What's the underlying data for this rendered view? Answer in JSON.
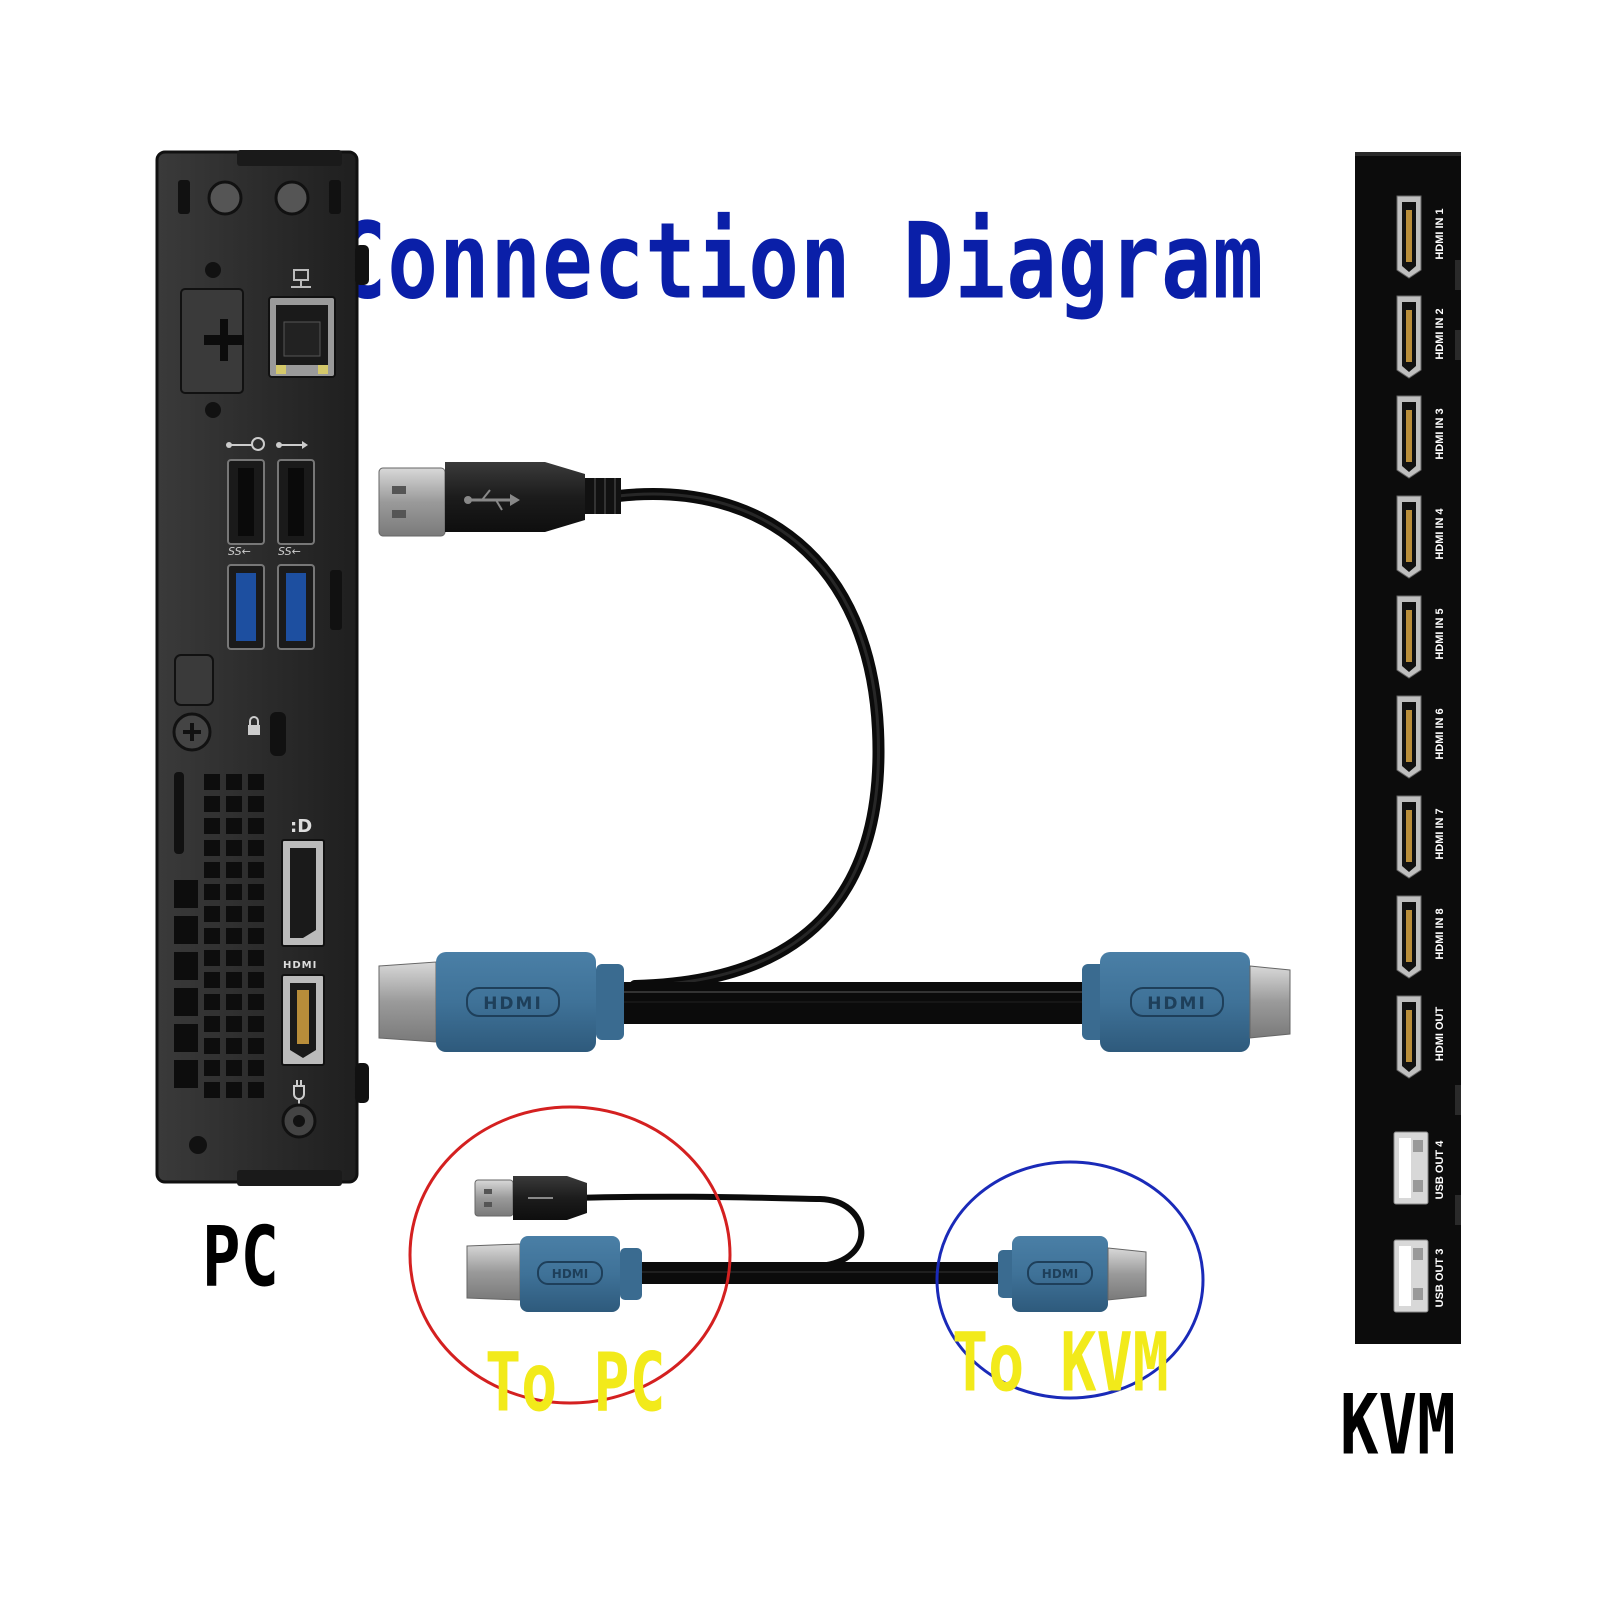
{
  "title": "Connection Diagram",
  "labels": {
    "pc": "PC",
    "kvm": "KVM",
    "to_pc": "To PC",
    "to_kvm": "To KVM"
  },
  "kvm_ports": [
    "HDMI IN 1",
    "HDMI IN 2",
    "HDMI IN 3",
    "HDMI IN 4",
    "HDMI IN 5",
    "HDMI IN 6",
    "HDMI IN 7",
    "HDMI IN 8",
    "HDMI OUT",
    "USB OUT 4",
    "USB OUT 3"
  ],
  "connector_marks": {
    "hdmi": "HDMI",
    "pc_hdmi": "HDMI"
  },
  "colors": {
    "title": "#0a1fa8",
    "to_pc_circle": "#d42020",
    "to_kvm_circle": "#1a2ab8",
    "callout_text": "#f2ea1a",
    "connector_blue": "#3f7298",
    "cable_black": "#0b0b0b",
    "pc_body": "#2b2b2b",
    "kvm_body": "#0c0c0c"
  },
  "icons": {
    "usb": "usb-icon",
    "ethernet": "ethernet-icon",
    "displayport": "displayport-icon",
    "power": "power-icon",
    "lock": "lock-icon"
  }
}
